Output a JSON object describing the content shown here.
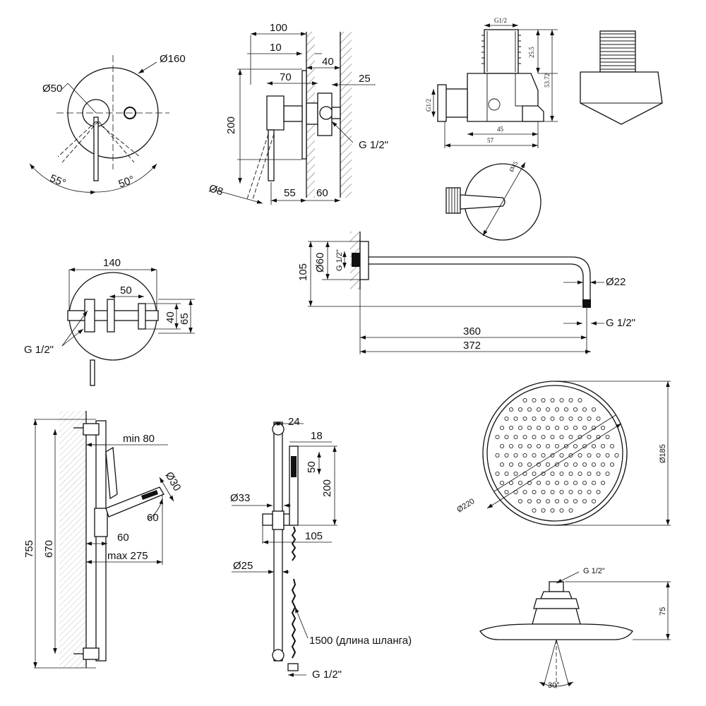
{
  "mixer_front": {
    "plate_diameter": "Ø160",
    "lever_diameter": "Ø50",
    "angle_left": "55°",
    "angle_right": "50°"
  },
  "mixer_side": {
    "depth_total": "100",
    "plate_offset": "10",
    "body_depth": "70",
    "wall_gap": "40",
    "inlet_depth": "25",
    "height": "200",
    "handle_diameter": "Ø8",
    "bottom_left": "55",
    "bottom_right": "60",
    "thread": "G 1/2\""
  },
  "elbow_connector": {
    "thread_top": "G1/2",
    "thread_left": "G1/2",
    "dim_25_5": "25.5",
    "dim_53_72": "53.72",
    "dim_45": "45",
    "dim_57": "57",
    "flange_diameter": "Ø45"
  },
  "diverter_front": {
    "width": "140",
    "inlet_spacing": "50",
    "height_inner": "40",
    "height_outer": "65",
    "thread": "G 1/2\""
  },
  "shower_arm": {
    "flange_diameter": "Ø60",
    "thread_wall": "G 1/2\"",
    "height": "105",
    "pipe_diameter": "Ø22",
    "thread_end": "G 1/2\"",
    "length_inner": "360",
    "length_total": "372"
  },
  "slide_rail_side": {
    "total_height": "755",
    "rail_height": "670",
    "min_offset": "min 80",
    "handset_diameter": "Ø30",
    "handset_angle": "60",
    "holder_depth": "60",
    "max_reach": "max 275"
  },
  "slide_rail_front": {
    "dim_24": "24",
    "dim_18": "18",
    "handset_length": "200",
    "dim_50": "50",
    "holder_diameter": "Ø33",
    "dim_105": "105",
    "rail_diameter": "Ø25",
    "hose_label": "1500 (длина шланга)",
    "thread": "G 1/2\""
  },
  "rain_head": {
    "outer_diameter": "Ø220",
    "face_diameter": "Ø185",
    "thread": "G 1/2\"",
    "height": "75",
    "spray_angle": "30°"
  }
}
